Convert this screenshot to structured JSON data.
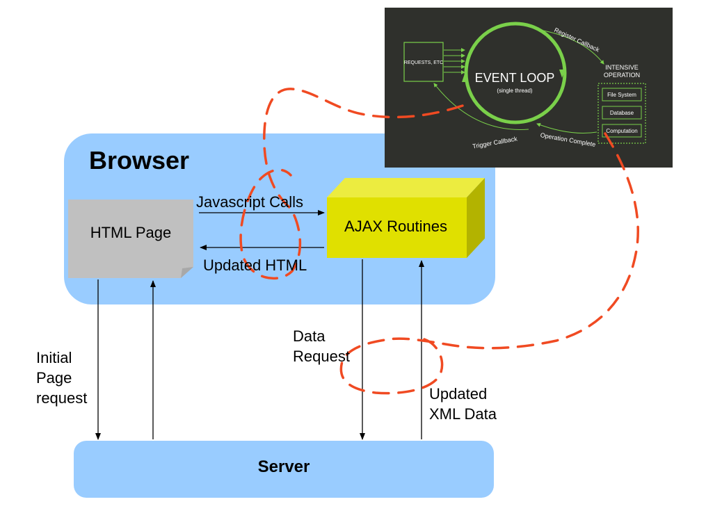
{
  "diagram": {
    "browser": {
      "title": "Browser"
    },
    "server": {
      "title": "Server"
    },
    "html_page": {
      "label": "HTML Page"
    },
    "ajax": {
      "label": "AJAX Routines"
    },
    "javascript_calls": "Javascript Calls",
    "updated_html": "Updated HTML",
    "initial_request": {
      "line1": "Initial",
      "line2": "Page",
      "line3": "request"
    },
    "data_request": {
      "line1": "Data",
      "line2": "Request"
    },
    "updated_xml": {
      "line1": "Updated",
      "line2": "XML Data"
    }
  },
  "event_loop": {
    "title": "EVENT LOOP",
    "subtitle": "(single thread)",
    "requests": "REQUESTS, ETC",
    "register_callback": "Register Callback",
    "trigger_callback": "Trigger Callback",
    "operation_complete": "Operation Complete",
    "intensive_line1": "INTENSIVE",
    "intensive_line2": "OPERATION",
    "ops": [
      "File System",
      "Database",
      "Computation"
    ]
  },
  "colors": {
    "panel_blue": "#99ccff",
    "ajax_face": "#e0e000",
    "ajax_side": "#b3b300",
    "page_gray": "#c0c0c0",
    "annotation_red": "#f04a22",
    "event_green": "#7ad04a",
    "event_bg": "#2f302c"
  }
}
